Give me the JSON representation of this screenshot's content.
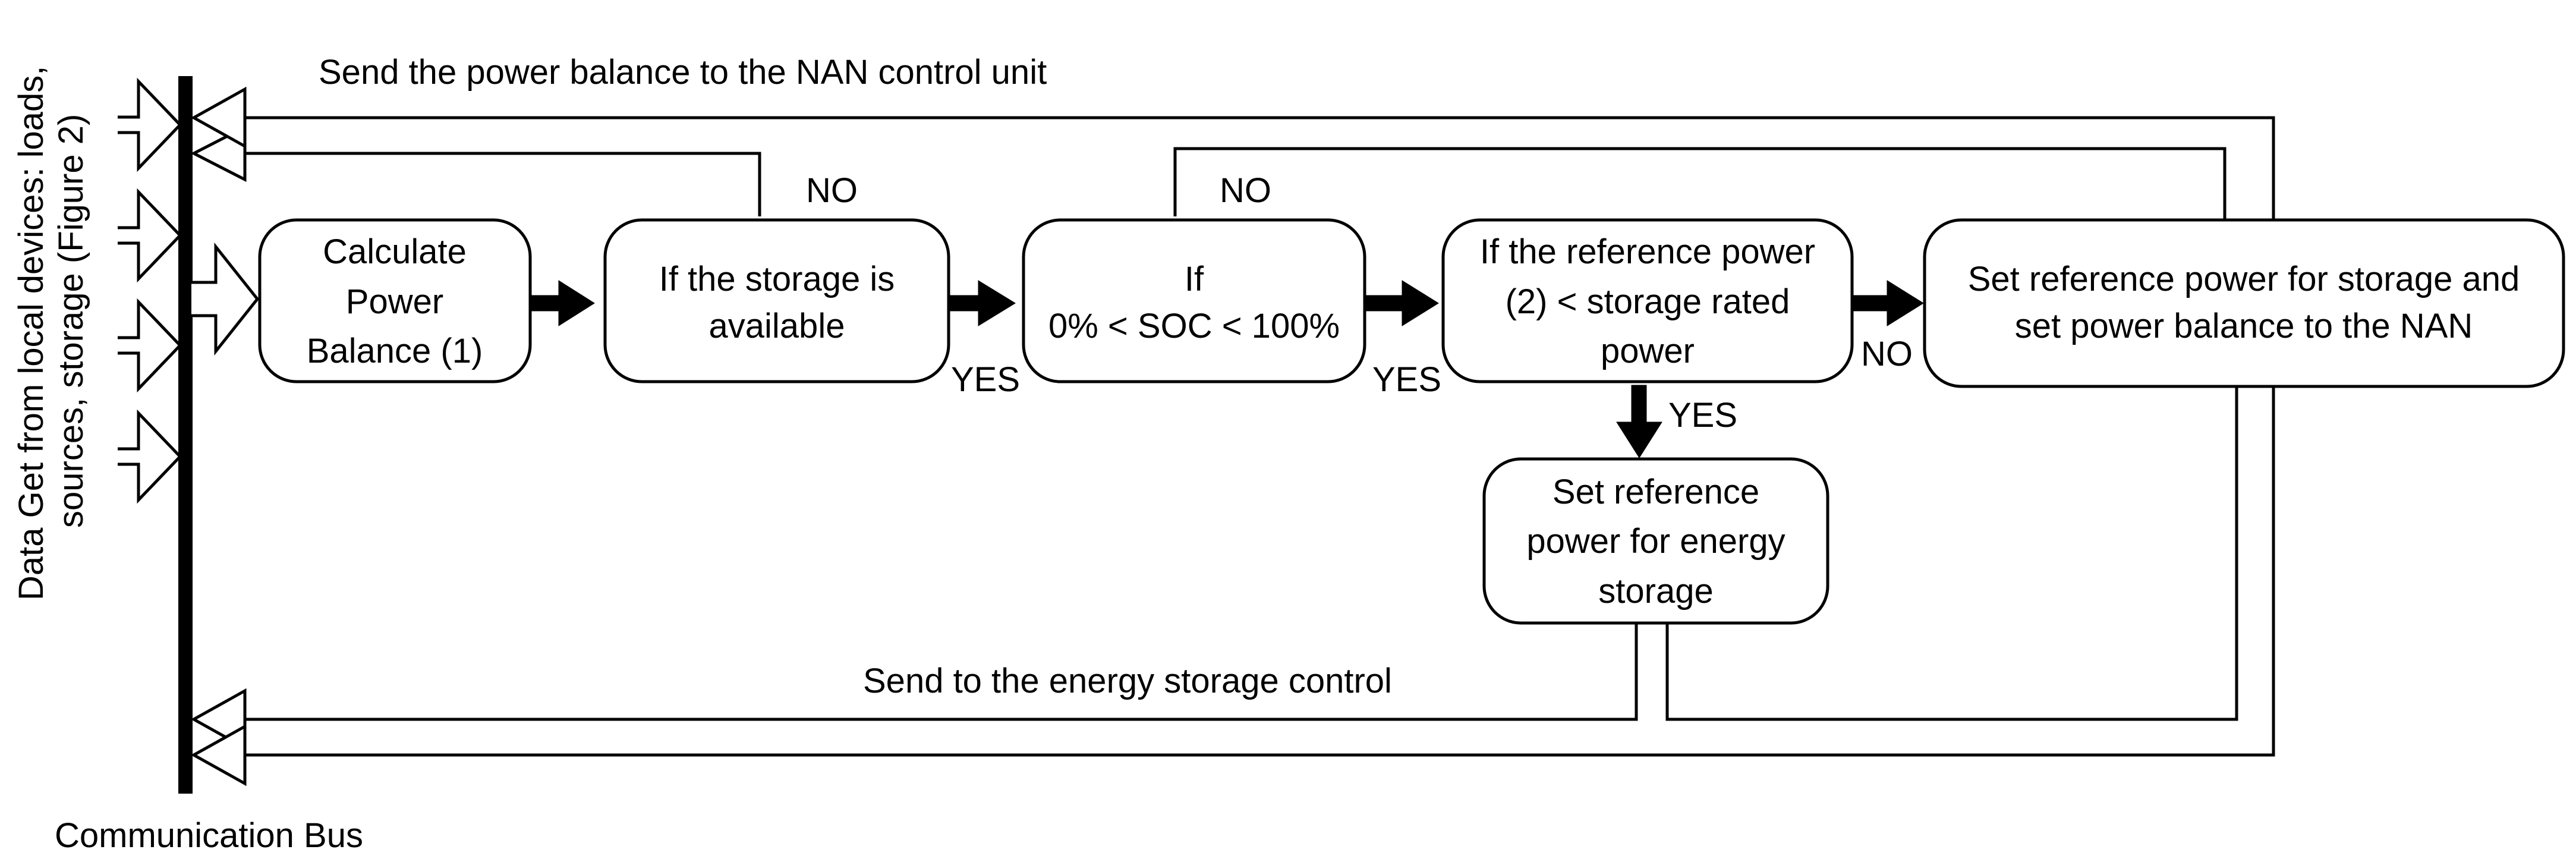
{
  "side_label": {
    "line1": "Data Get from local devices: loads,",
    "line2": "sources, storage (Figure 2)"
  },
  "bus_label": "Communication Bus",
  "nodes": {
    "calc": [
      "Calculate",
      "Power",
      "Balance (1)"
    ],
    "storage_available": [
      "If the storage is",
      "available"
    ],
    "soc": [
      "If",
      "0% < SOC < 100%"
    ],
    "ref_power": [
      "If the reference power",
      "(2) < storage rated",
      "power"
    ],
    "set_ref_nan": [
      "Set reference power for storage and",
      "set power balance to the NAN"
    ],
    "set_ref_energy": [
      "Set reference",
      "power for energy",
      "storage"
    ]
  },
  "edge_labels": {
    "no1": "NO",
    "no2": "NO",
    "yes1": "YES",
    "yes2": "YES",
    "no3": "NO",
    "yes3": "YES",
    "send_nan": "Send the power balance to the NAN control unit",
    "send_storage": "Send to the energy storage control"
  }
}
